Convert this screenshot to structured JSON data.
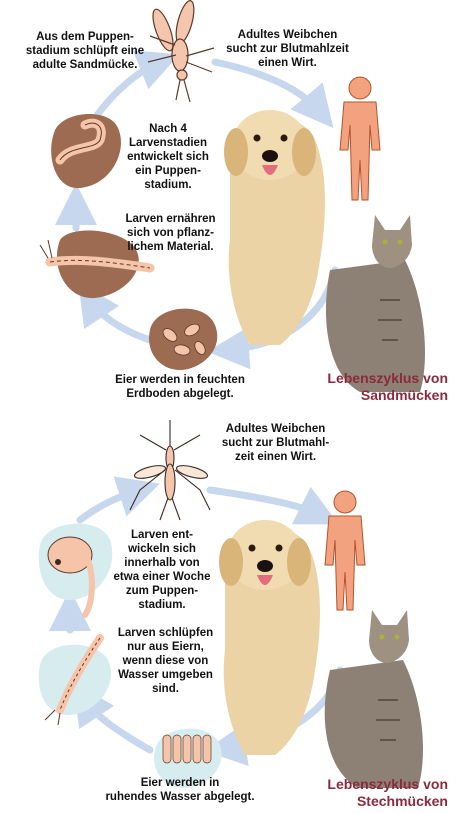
{
  "colors": {
    "cycle_arrow": "#c7d7ee",
    "title_red": "#8a2a3c",
    "human_silhouette": "#f2a27e",
    "human_outline": "#b4532d",
    "sand_blob": "#9c6b52",
    "sand_blob_dark": "#7f533e",
    "stech_blob": "#d6ecef",
    "larva_fill": "#f6c4a9",
    "dog_fur": "#e8cfa2",
    "cat_fur": "#8d8175"
  },
  "icons": [
    "sandfly-icon",
    "mosquito-icon",
    "human-silhouette-icon",
    "dog-icon",
    "cat-icon",
    "pupa-icon",
    "larva-icon",
    "eggs-icon",
    "cycle-arrow-icon"
  ],
  "sandmuecken": {
    "title": "Lebenszyklus von\nSandmücken",
    "step_adult": "Aus dem Puppen-\nstadium schlüpft eine\nadulte Sandmücke.",
    "step_female": "Adultes Weibchen\nsucht zur Blutmahlzeit\neinen Wirt.",
    "step_pupa": "Nach 4\nLarvenstadien\nentwickelt sich\nein Puppen-\nstadium.",
    "step_larva": "Larven ernähren\nsich von pflanz-\nlichem Material.",
    "step_eggs": "Eier werden in feuchten\nErdboden abgelegt."
  },
  "stechmuecken": {
    "title": "Lebenszyklus von\nStechmücken",
    "step_female": "Adultes Weibchen\nsucht zur Blutmahl-\nzeit einen Wirt.",
    "step_pupa": "Larven ent-\nwickeln sich\ninnerhalb von\netwa einer Woche\nzum Puppen-\nstadium.",
    "step_larva": "Larven schlüpfen\nnur aus Eiern,\nwenn diese von\nWasser umgeben\nsind.",
    "step_eggs": "Eier werden in\nruhendes Wasser abgelegt."
  }
}
